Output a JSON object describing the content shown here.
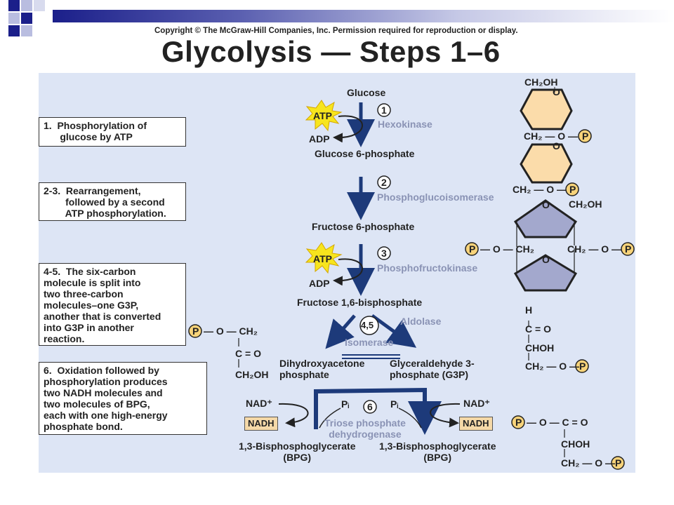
{
  "header": {
    "copyright": "Copyright © The McGraw-Hill Companies, Inc. Permission required for reproduction or display.",
    "title": "Glycolysis — Steps 1–6"
  },
  "steps": [
    "1.  Phosphorylation of\n      glucose by ATP",
    "2-3.  Rearrangement,\n        followed by a second\n        ATP phosphorylation.",
    "4-5.  The six-carbon\nmolecule is split into\ntwo three-carbon\nmolecules–one G3P,\nanother that is converted\ninto G3P in another\nreaction.",
    "6.  Oxidation followed by\nphosphorylation produces\ntwo NADH molecules and\ntwo molecules of BPG,\neach with one high-energy\nphosphate bond."
  ],
  "pathway": {
    "glucose": "Glucose",
    "g6p": "Glucose 6-phosphate",
    "f6p": "Fructose 6-phosphate",
    "f16bp": "Fructose 1,6-bisphosphate",
    "dhap": "Dihydroxyacetone\nphosphate",
    "g3p": "Glyceraldehyde 3-\nphosphate (G3P)",
    "bpg_left": "1,3-Bisphosphoglycerate\n(BPG)",
    "bpg_right": "1,3-Bisphosphoglycerate\n(BPG)",
    "atp": "ATP",
    "adp": "ADP",
    "nad": "NAD⁺",
    "nadh": "NADH",
    "pi": "Pᵢ"
  },
  "step_numbers": [
    "1",
    "2",
    "3",
    "4,5",
    "6"
  ],
  "enzymes": {
    "hexokinase": "Hexokinase",
    "phosphoglucoisomerase": "Phosphoglucoisomerase",
    "phosphofructokinase": "Phosphofructokinase",
    "aldolase": "Aldolase",
    "isomerase": "Isomerase",
    "triose": "Triose phosphate\ndehydrogenase"
  },
  "structures": {
    "ch2oh": "CH₂OH",
    "o": "O",
    "ch2": "CH₂",
    "ch2_o": "CH₂ — O —",
    "p": "P",
    "h": "H",
    "c_eq_o": "C = O",
    "choh": "CHOH",
    "ch2_o_end": "CH₂ — O —",
    "o_ch2": "— O — CH₂",
    "c_eq_o_short": "C = O",
    "o_c_eq_o": "— O — C = O"
  },
  "colors": {
    "panel": "#dde5f5",
    "arrow": "#1d3a7a",
    "enzyme_text": "#8a93b5",
    "atp_star": "#f7e51d",
    "hexagon": "#fbdcaa",
    "pentagon": "#a3a8cd",
    "phosphate": "#f7d37a",
    "nadh_box": "#f5d9a8"
  }
}
